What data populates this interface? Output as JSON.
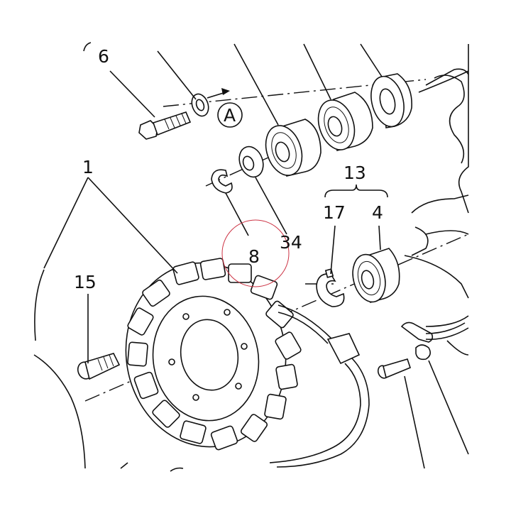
{
  "labels": {
    "l1": "1",
    "l4": "4",
    "l6": "6",
    "l8": "8",
    "l13": "13",
    "l15": "15",
    "l17": "17",
    "l34": "34",
    "ref_a": "A"
  },
  "colors": {
    "ink": "#111111",
    "highlight_circle": "#cc3344",
    "background": "#ffffff"
  }
}
